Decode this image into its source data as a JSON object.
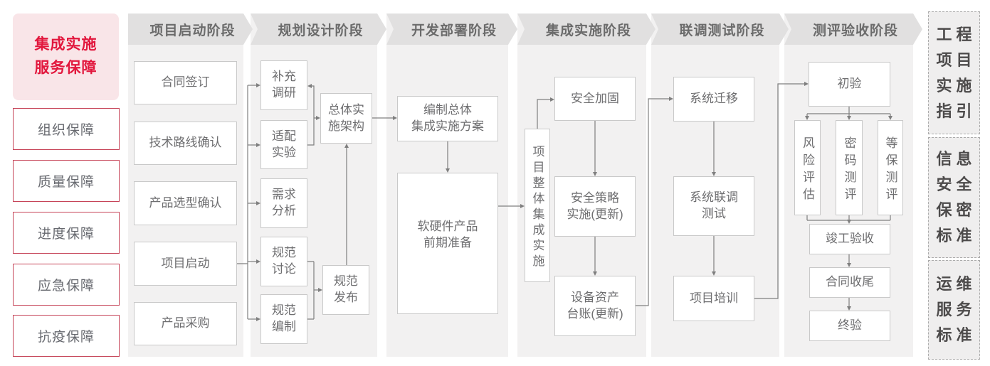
{
  "sidebar": {
    "title": "集成实施\n服务保障",
    "items": [
      "组织保障",
      "质量保障",
      "进度保障",
      "应急保障",
      "抗疫保障"
    ]
  },
  "phases": [
    {
      "label": "项目启动阶段",
      "boxes": [
        "合同签订",
        "技术路线确认",
        "产品选型确认",
        "项目启动",
        "产品采购"
      ]
    },
    {
      "label": "规划设计阶段",
      "boxes": [
        "补充\n调研",
        "适配\n实验",
        "需求\n分析",
        "规范\n讨论",
        "规范\n编制",
        "总体实\n施架构",
        "规范\n发布"
      ]
    },
    {
      "label": "开发部署阶段",
      "boxes": [
        "编制总体\n集成实施方案",
        "软硬件产品\n前期准备"
      ]
    },
    {
      "label": "集成实施阶段",
      "boxes": [
        "项目整体集成实施",
        "安全加固",
        "安全策略\n实施(更新)",
        "设备资产\n台账(更新)"
      ]
    },
    {
      "label": "联调测试阶段",
      "boxes": [
        "系统迁移",
        "系统联调\n测试",
        "项目培训"
      ]
    },
    {
      "label": "测评验收阶段",
      "boxes": [
        "初验",
        "风险评估",
        "密码测评",
        "等保测评",
        "竣工验收",
        "合同收尾",
        "终验"
      ]
    }
  ],
  "standards": [
    {
      "rows": [
        "工程",
        "项目",
        "实施",
        "指引"
      ]
    },
    {
      "rows": [
        "信息",
        "安全",
        "保密",
        "标准"
      ]
    },
    {
      "rows": [
        "运维",
        "服务",
        "标准"
      ]
    }
  ],
  "colors": {
    "accent_red": "#e2173d",
    "pink_bg": "#f9e5e8",
    "red_border": "#c64458",
    "banner_bg": "#e1e0e0",
    "strip_bg": "#f2f1f1",
    "box_border": "#c9c9c9",
    "line": "#7f7f7f",
    "text_gray": "#6e6e70"
  }
}
